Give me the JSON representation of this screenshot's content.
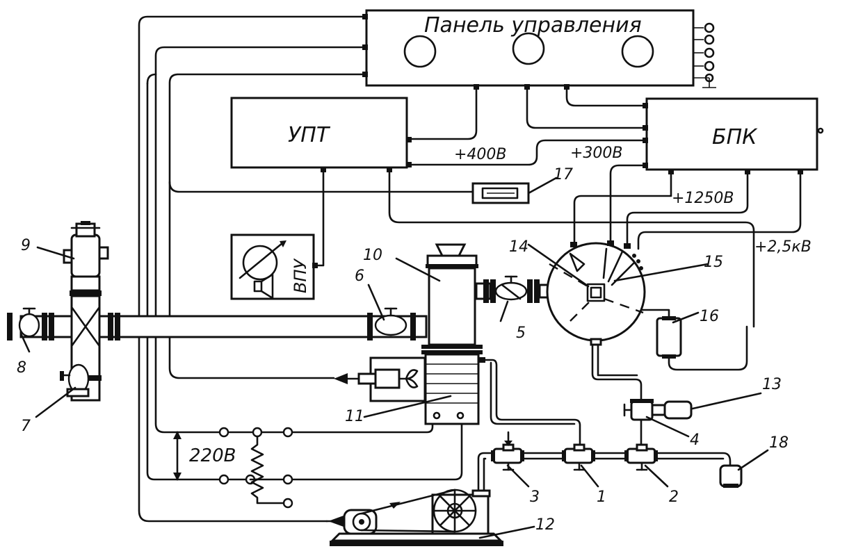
{
  "blocks": {
    "control_panel": "Панель управления",
    "upt": "УПТ",
    "bpk": "БПК",
    "vpu": "ВПУ"
  },
  "voltages": {
    "v400": "+400В",
    "v300": "+300В",
    "v1250": "+1250В",
    "v2_5k": "+2,5кВ",
    "v220": "220В"
  },
  "callouts": [
    "1",
    "2",
    "3",
    "4",
    "5",
    "6",
    "7",
    "8",
    "9",
    "10",
    "11",
    "12",
    "13",
    "14",
    "15",
    "16",
    "17",
    "18"
  ]
}
